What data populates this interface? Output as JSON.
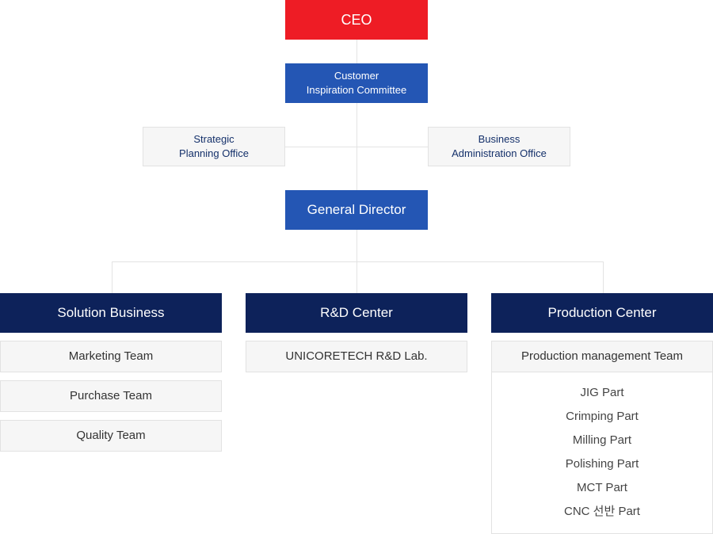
{
  "ceo": "CEO",
  "committee": "Customer\nInspiration Committee",
  "strategic_office": "Strategic\nPlanning Office",
  "business_office": "Business\nAdministration Office",
  "general_director": "General Director",
  "divisions": [
    {
      "name": "Solution Business",
      "teams": [
        "Marketing Team",
        "Purchase Team",
        "Quality Team"
      ]
    },
    {
      "name": "R&D Center",
      "teams": [
        "UNICORETECH R&D Lab."
      ]
    },
    {
      "name": "Production Center",
      "teams": [
        "Production management Team"
      ],
      "parts": [
        "JIG Part",
        "Crimping Part",
        "Milling Part",
        "Polishing Part",
        "MCT Part",
        "CNC 선반 Part"
      ]
    }
  ],
  "colors": {
    "ceo": "#ee1c25",
    "blue": "#2456b4",
    "navy": "#0d225a",
    "box_bg": "#f6f6f6",
    "line": "#e3e3e3"
  }
}
